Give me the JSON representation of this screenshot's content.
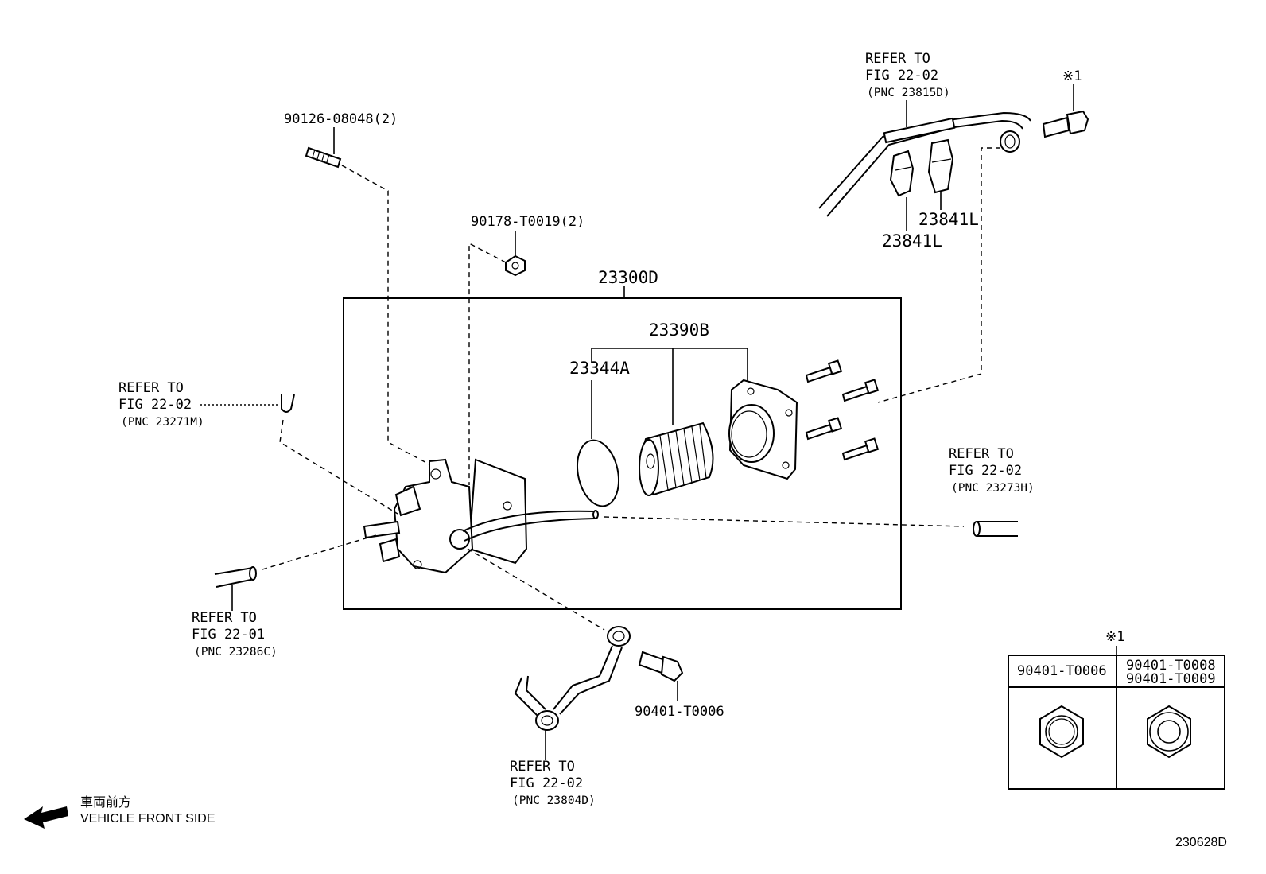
{
  "diagram_id": "230628D",
  "front": {
    "jp": "車両前方",
    "en": "VEHICLE FRONT SIDE"
  },
  "parts": {
    "assembly": "23300D",
    "element": "23390B",
    "oring": "23344A",
    "stud": "90126-08048(2)",
    "nut": "90178-T0019(2)",
    "clamp_a": "23841L",
    "clamp_b": "23841L",
    "union_bolt": "90401-T0006",
    "note_mark": "※1"
  },
  "refs": {
    "top": {
      "line1": "REFER TO",
      "line2": "FIG 22-02",
      "line3": "(PNC 23815D)"
    },
    "left": {
      "line1": "REFER TO",
      "line2": "FIG 22-02",
      "line3": "(PNC 23271M)"
    },
    "right": {
      "line1": "REFER TO",
      "line2": "FIG 22-02",
      "line3": "(PNC 23273H)"
    },
    "bottom_left": {
      "line1": "REFER TO",
      "line2": "FIG 22-01",
      "line3": "(PNC 23286C)"
    },
    "bottom": {
      "line1": "REFER TO",
      "line2": "FIG 22-02",
      "line3": "(PNC 23804D)"
    }
  },
  "table": {
    "mark": "※1",
    "col1": "90401-T0006",
    "col2_line1": "90401-T0008",
    "col2_line2": "90401-T0009"
  }
}
